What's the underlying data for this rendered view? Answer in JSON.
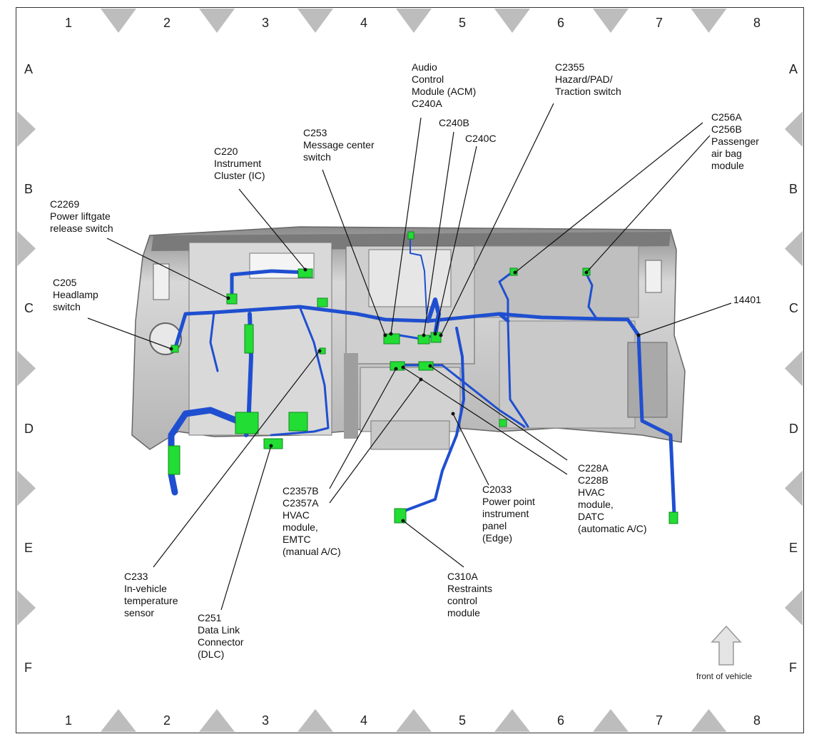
{
  "grid": {
    "columns": [
      "1",
      "2",
      "3",
      "4",
      "5",
      "6",
      "7",
      "8"
    ],
    "rows": [
      "A",
      "B",
      "C",
      "D",
      "E",
      "F"
    ]
  },
  "labels": [
    {
      "id": "acm",
      "text": "Audio\nControl\nModule (ACM)\nC240A"
    },
    {
      "id": "c2355",
      "text": "C2355\nHazard/PAD/\nTraction switch"
    },
    {
      "id": "c240b",
      "text": "C240B"
    },
    {
      "id": "c240c",
      "text": "C240C"
    },
    {
      "id": "c256",
      "text": "C256A\nC256B\nPassenger\nair bag\nmodule"
    },
    {
      "id": "c253",
      "text": "C253\nMessage center\nswitch"
    },
    {
      "id": "c220",
      "text": "C220\nInstrument\nCluster (IC)"
    },
    {
      "id": "c2269",
      "text": "C2269\nPower liftgate\nrelease switch"
    },
    {
      "id": "c205",
      "text": "C205\nHeadlamp\nswitch"
    },
    {
      "id": "n14401",
      "text": "14401"
    },
    {
      "id": "c228",
      "text": "C228A\nC228B\nHVAC\nmodule,\nDATC\n(automatic A/C)"
    },
    {
      "id": "c2357",
      "text": "C2357B\nC2357A\nHVAC\nmodule,\nEMTC\n(manual A/C)"
    },
    {
      "id": "c2033",
      "text": "C2033\nPower point\ninstrument\npanel\n(Edge)"
    },
    {
      "id": "c233",
      "text": "C233\nIn-vehicle\ntemperature\nsensor"
    },
    {
      "id": "c251",
      "text": "C251\nData Link\nConnector\n(DLC)"
    },
    {
      "id": "c310a",
      "text": "C310A\nRestraints\ncontrol\nmodule"
    }
  ],
  "front_note": "front of vehicle",
  "colors": {
    "harness": "#1f4fd0",
    "connector": "#22dd33",
    "panel": "#c9c9c9",
    "marker": "#bdbdbd"
  }
}
